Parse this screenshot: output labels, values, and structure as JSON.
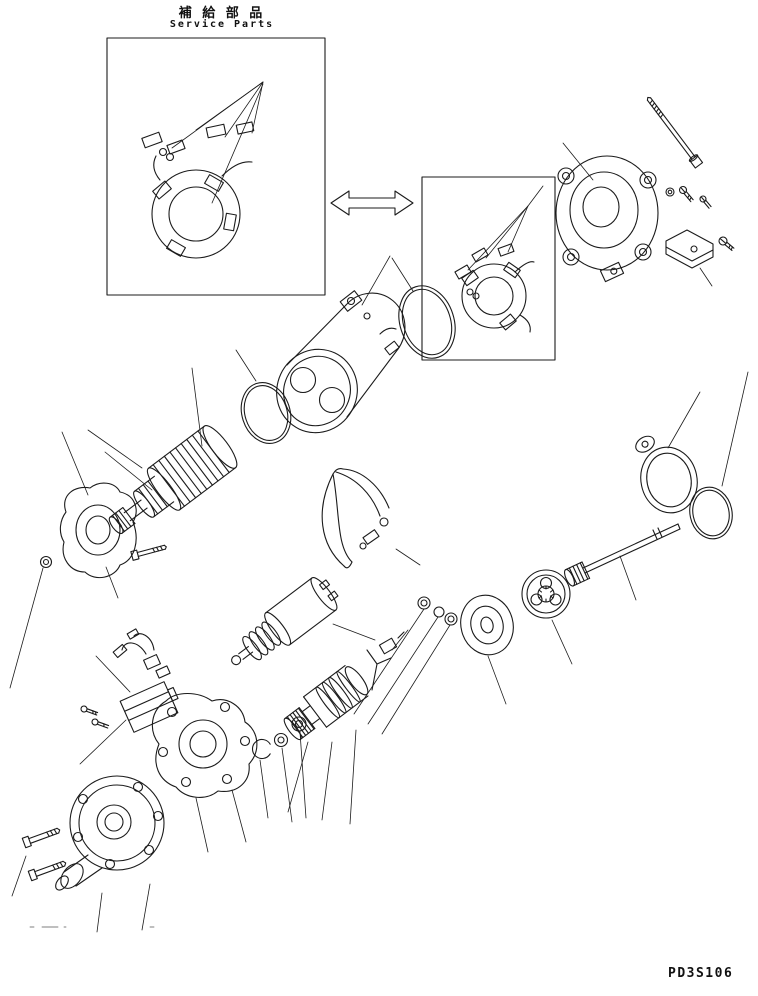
{
  "header": {
    "title_jp": "補 給 部 品",
    "title_en": "Service Parts"
  },
  "footer": {
    "drawing_number": "PD3S106"
  }
}
